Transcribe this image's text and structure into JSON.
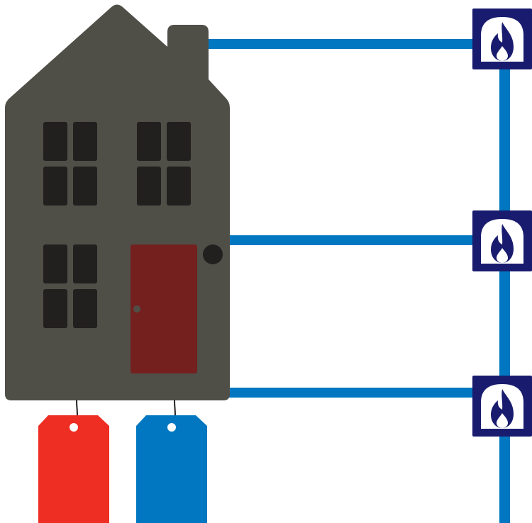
{
  "diagram": {
    "colors": {
      "house": "#4f4f48",
      "window": "#221f1f",
      "door": "#74201f",
      "door_knob": "#4f4f48",
      "pipe": "#0077c0",
      "gas_badge": "#191c6e",
      "flame_bg": "#ffffff",
      "tag_red": "#ee2d23",
      "tag_blue": "#0077c0",
      "string": "#221f1f"
    },
    "house": {
      "window_count": 3,
      "has_door": true,
      "has_chimney": true,
      "has_meter_dot": true
    },
    "gas_pipes": {
      "branch_count": 3,
      "icon": "flame-icon"
    },
    "tags": [
      {
        "color_name": "red"
      },
      {
        "color_name": "blue"
      }
    ]
  }
}
